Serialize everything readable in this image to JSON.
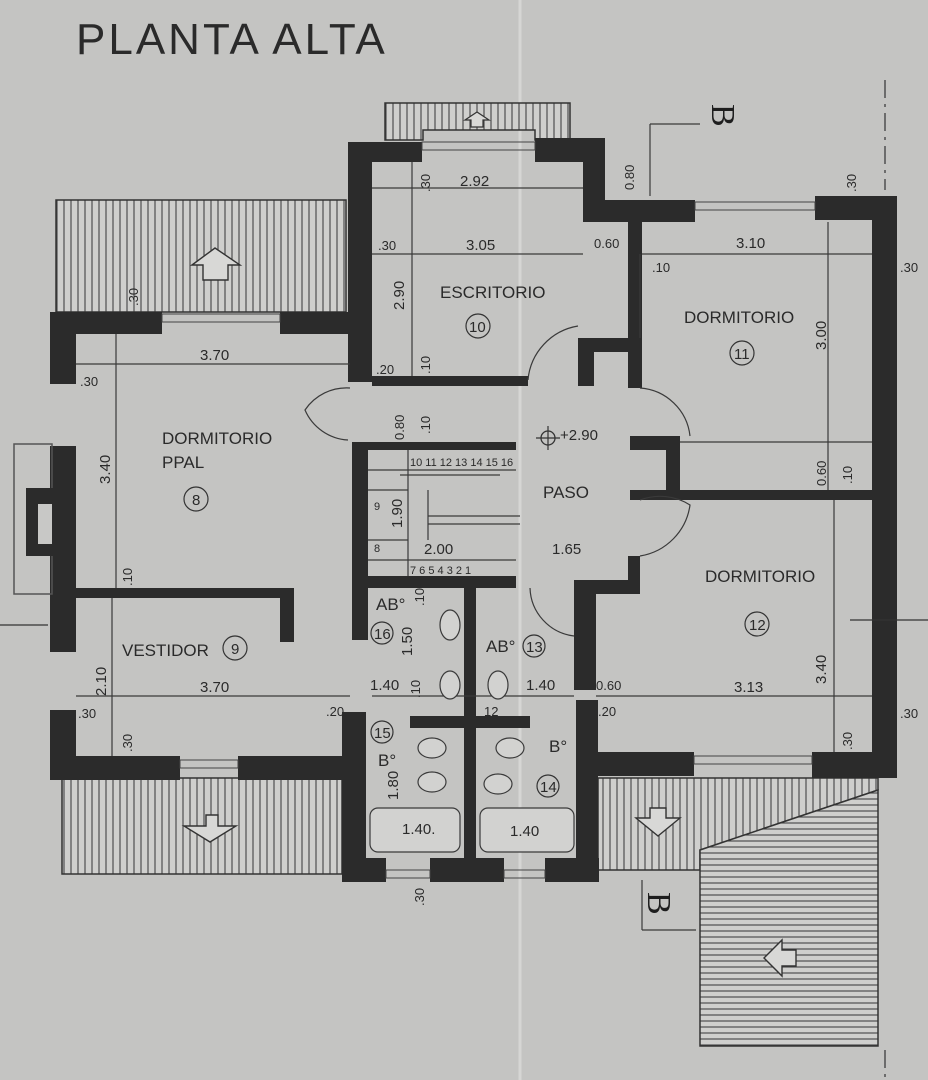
{
  "plan": {
    "title": "PLANTA ALTA",
    "section_mark": "B",
    "level": "+2.90",
    "rooms": [
      {
        "id": "escritorio",
        "label": "ESCRITORIO",
        "number": "10"
      },
      {
        "id": "dormitorio-11",
        "label": "DORMITORIO",
        "number": "11"
      },
      {
        "id": "dormitorio-ppal",
        "label": "DORMITORIO",
        "label2": "PPAL",
        "number": "8"
      },
      {
        "id": "paso",
        "label": "PASO"
      },
      {
        "id": "vestidor",
        "label": "VESTIDOR",
        "number": "9"
      },
      {
        "id": "dormitorio-12",
        "label": "DORMITORIO",
        "number": "12"
      },
      {
        "id": "bano-16",
        "label": "AB°",
        "number": "16"
      },
      {
        "id": "bano-13",
        "label": "AB°",
        "number": "13"
      },
      {
        "id": "bano-15",
        "label": "B°",
        "number": "15"
      },
      {
        "id": "bano-14",
        "label": "B°",
        "number": "14"
      }
    ],
    "dimensions": {
      "esc_top": "2.92",
      "esc_width": "3.05",
      "esc_depth": "2.90",
      "d11_width": "3.10",
      "d11_depth": "3.00",
      "dp_width": "3.70",
      "dp_depth": "3.40",
      "vest_width": "3.70",
      "vest_depth": "2.10",
      "d12_width": "3.13",
      "d12_depth": "3.40",
      "paso_width": "1.65",
      "stair_len": "2.00",
      "stair_w": "1.90",
      "bath_w_left": "1.40",
      "bath_w_right": "1.40",
      "bath_d": "1.50",
      "bath_d2": "1.80",
      "bath_bottom_left": "1.40.",
      "bath_bottom_right": "1.40",
      "wall_030": ".30",
      "wall_020": ".20",
      "wall_010": ".10",
      "wall_012": "12",
      "wall_080": "0.80",
      "wall_060": "0.60",
      "wall_080b": "0.80",
      "wall_060b": "0.60",
      "wall_060c": "0.60",
      "wall_060d": "0.60"
    },
    "stair_steps_top": "10 11 12 13 14 15 16",
    "stair_steps_bottom": "7 6 5 4 3 2 1",
    "stair_step_9": "9",
    "stair_step_8": "8"
  }
}
